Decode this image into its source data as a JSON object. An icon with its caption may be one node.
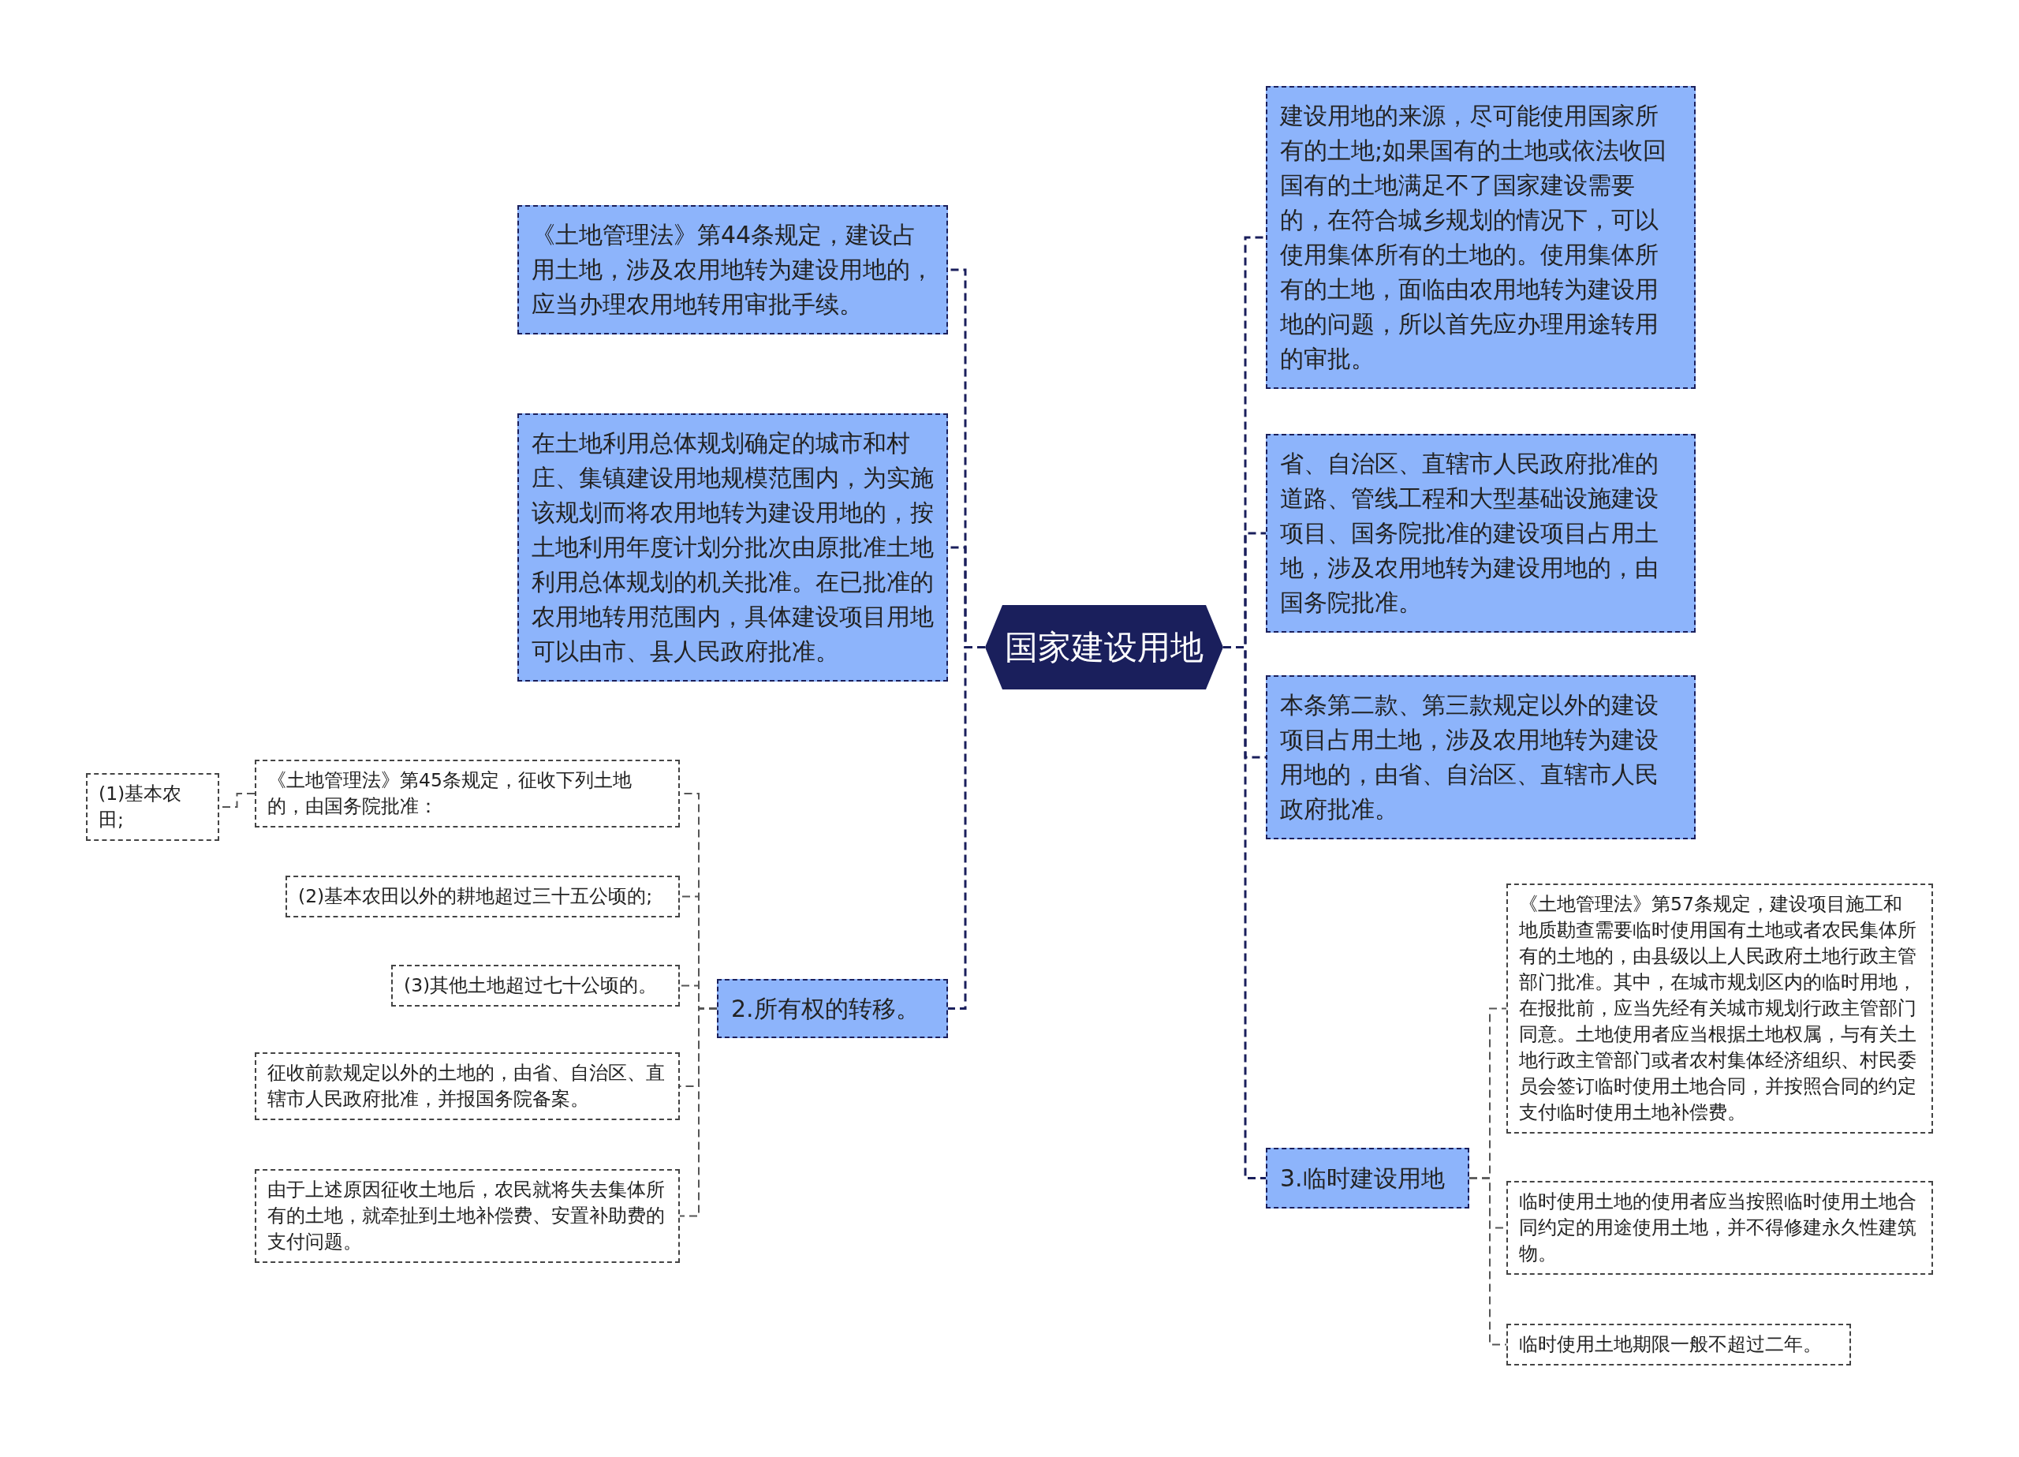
{
  "diagram": {
    "nodes": [
      {
        "text": [
          "国家建设用地"
        ]
      },
      {
        "text": [
          "《土地管理法》第44条规定，建设占用土地，涉及农用地转为建设用地的，应当办理农用地转用审批手续。"
        ]
      },
      {
        "text": [
          "在土地利用总体规划确定的城市和村庄、集镇建设用地规模范围内，为实施该规划而将农用地转为建设用地的，按土地利用年度计划分批次由原批准土地利用总体规划的机关批准。在已批准的农用地转用范围内，具体建设项目用地可以由市、县人民政府批准。"
        ]
      },
      {
        "text": [
          "2.所有权的转移。"
        ]
      },
      {
        "text": [
          "建设用地的来源，尽可能使用国家所有的土地;如果国有的土地或依法收回国有的土地满足不了国家建设需要的，在符合城乡规划的情况下，可以使用集体所有的土地的。使用集体所有的土地，面临由农用地转为建设用地的问题，所以首先应办理用途转用的审批。"
        ]
      },
      {
        "text": [
          "省、自治区、直辖市人民政府批准的道路、管线工程和大型基础设施建设项目、国务院批准的建设项目占用土地，涉及农用地转为建设用地的，由国务院批准。"
        ]
      },
      {
        "text": [
          "本条第二款、第三款规定以外的建设项目占用土地，涉及农用地转为建设用地的，由省、自治区、直辖市人民政府批准。"
        ]
      },
      {
        "text": [
          "3.临时建设用地"
        ]
      },
      {
        "text": [
          "《土地管理法》第45条规定，征收下列土地的，由国务院批准："
        ]
      },
      {
        "text": [
          "(1)基本农田;"
        ]
      },
      {
        "text": [
          "(2)基本农田以外的耕地超过三十五公顷的;"
        ]
      },
      {
        "text": [
          "(3)其他土地超过七十公顷的。"
        ]
      },
      {
        "text": [
          "征收前款规定以外的土地的，由省、自治区、直辖市人民政府批准，并报国务院备案。"
        ]
      },
      {
        "text": [
          "由于上述原因征收土地后，农民就将失去集体所有的土地，就牵扯到土地补偿费、安置补助费的支付问题。"
        ]
      },
      {
        "text": [
          "《土地管理法》第57条规定，建设项目施工和地质勘查需要临时使用国有土地或者农民集体所有的土地的，由县级以上人民政府土地行政主管部门批准。其中，在城市规划区内的临时用地，在报批前，应当先经有关城市规划行政主管部门同意。土地使用者应当根据土地权属，与有关土地行政主管部门或者农村集体经济组织、村民委员会签订临时使用土地合同，并按照合同的约定支付临时使用土地补偿费。"
        ]
      },
      {
        "text": [
          "临时使用土地的使用者应当按照临时使用土地合同约定的用途使用土地，并不得修建永久性建筑物。"
        ]
      },
      {
        "text": [
          "临时使用土地期限一般不超过二年。"
        ]
      }
    ],
    "edges": [
      {
        "from": 0,
        "to": 1,
        "arrow": "none",
        "color": "#1a1f5c"
      },
      {
        "from": 0,
        "to": 2,
        "arrow": "none",
        "color": "#1a1f5c"
      },
      {
        "from": 0,
        "to": 3,
        "arrow": "none",
        "color": "#1a1f5c"
      },
      {
        "from": 0,
        "to": 4,
        "arrow": "none",
        "color": "#1a1f5c"
      },
      {
        "from": 0,
        "to": 5,
        "arrow": "none",
        "color": "#1a1f5c"
      },
      {
        "from": 0,
        "to": 6,
        "arrow": "none",
        "color": "#1a1f5c"
      },
      {
        "from": 0,
        "to": 7,
        "arrow": "none",
        "color": "#1a1f5c"
      },
      {
        "from": 3,
        "to": 8,
        "arrow": "none"
      },
      {
        "from": 8,
        "to": 9,
        "arrow": "none"
      },
      {
        "from": 3,
        "to": 10,
        "arrow": "none"
      },
      {
        "from": 3,
        "to": 11,
        "arrow": "none"
      },
      {
        "from": 3,
        "to": 12,
        "arrow": "none"
      },
      {
        "from": 3,
        "to": 13,
        "arrow": "none"
      },
      {
        "from": 7,
        "to": 14,
        "arrow": "none"
      },
      {
        "from": 7,
        "to": 15,
        "arrow": "none"
      },
      {
        "from": 7,
        "to": 16,
        "arrow": "none"
      }
    ]
  }
}
